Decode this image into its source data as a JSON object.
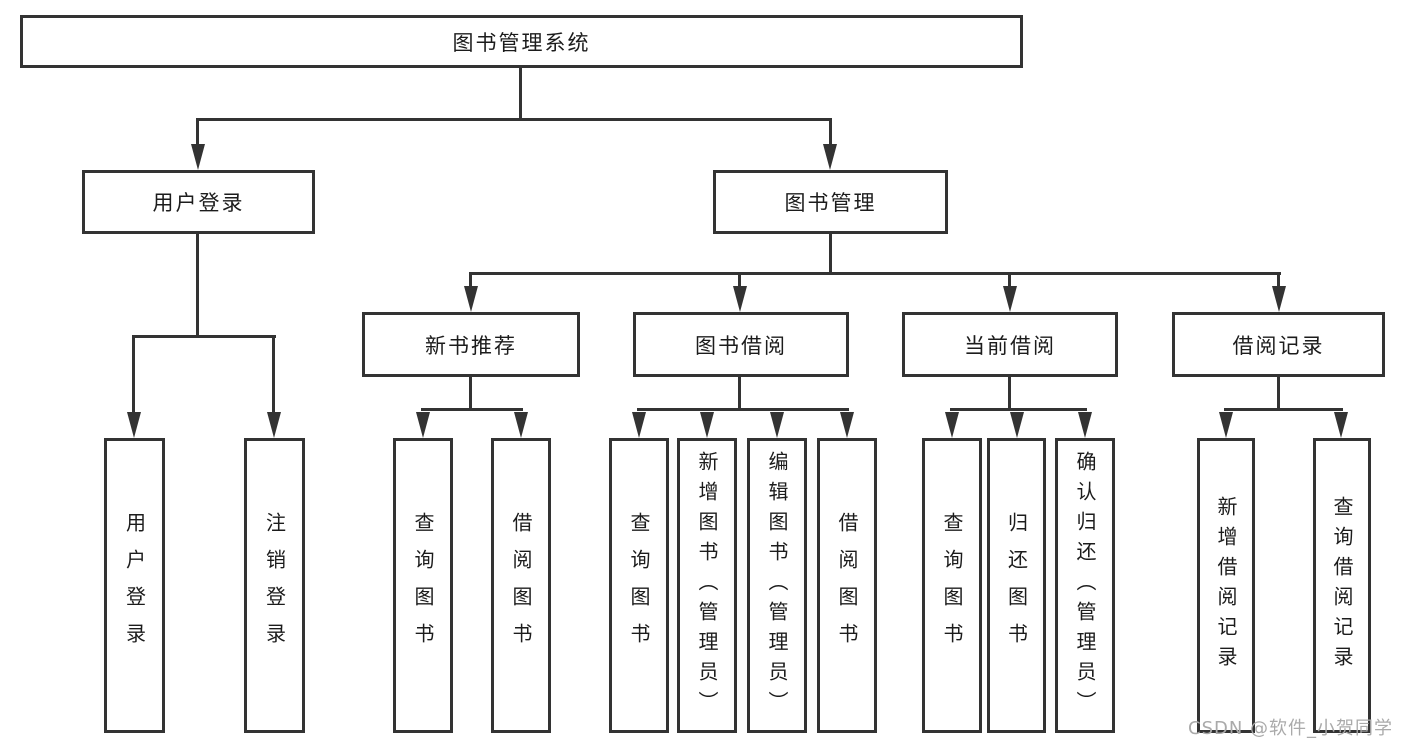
{
  "diagram": {
    "root": {
      "label": "图书管理系统",
      "children": [
        {
          "label": "用户登录",
          "children": [
            {
              "label": "用户登录"
            },
            {
              "label": "注销登录"
            }
          ]
        },
        {
          "label": "图书管理",
          "children": [
            {
              "label": "新书推荐",
              "children": [
                {
                  "label": "查询图书"
                },
                {
                  "label": "借阅图书"
                }
              ]
            },
            {
              "label": "图书借阅",
              "children": [
                {
                  "label": "查询图书"
                },
                {
                  "label": "新增图书（管理员）"
                },
                {
                  "label": "编辑图书（管理员）"
                },
                {
                  "label": "借阅图书"
                }
              ]
            },
            {
              "label": "当前借阅",
              "children": [
                {
                  "label": "查询图书"
                },
                {
                  "label": "归还图书"
                },
                {
                  "label": "确认归还（管理员）"
                }
              ]
            },
            {
              "label": "借阅记录",
              "children": [
                {
                  "label": "新增借阅记录"
                },
                {
                  "label": "查询借阅记录"
                }
              ]
            }
          ]
        }
      ]
    }
  },
  "watermark": {
    "text": "CSDN @软件_小贺同学"
  },
  "colors": {
    "line": "#333333",
    "text": "#1c1c1c",
    "watermark": "#aaaaaa",
    "background": "#ffffff"
  }
}
